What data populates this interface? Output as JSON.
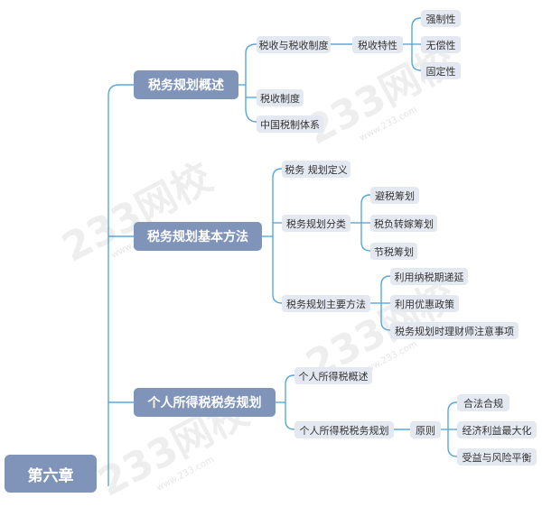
{
  "root": "第六章",
  "branches": [
    {
      "label": "税务规划概述",
      "children": [
        {
          "label": "税收与税收制度",
          "children": [
            {
              "label": "税收特性",
              "children": [
                "强制性",
                "无偿性",
                "固定性"
              ]
            }
          ]
        },
        {
          "label": "税收制度"
        },
        {
          "label": "中国税制体系"
        }
      ]
    },
    {
      "label": "税务规划基本方法",
      "children": [
        {
          "label": "税务 规划定义"
        },
        {
          "label": "税务规划分类",
          "children": [
            "避税筹划",
            "税负转嫁筹划",
            "节税筹划"
          ]
        },
        {
          "label": "税务规划主要方法",
          "children": [
            "利用纳税期递延",
            "利用优惠政策",
            "税务规划时理财师注意事项"
          ]
        }
      ]
    },
    {
      "label": "个人所得税税务规划",
      "children": [
        {
          "label": "个人所得税概述"
        },
        {
          "label": "个人所得税税务规划",
          "children": [
            {
              "label": "原则",
              "children": [
                "合法合规",
                "经济利益最大化",
                "受益与风险平衡"
              ]
            }
          ]
        }
      ]
    }
  ],
  "watermark": {
    "text": "233网校",
    "sub": "www.233.com"
  },
  "colors": {
    "main_fill": "#7f94b8",
    "sub_fill": "#e4e9f1",
    "line": "#5aa7d8",
    "text": "#333333"
  }
}
